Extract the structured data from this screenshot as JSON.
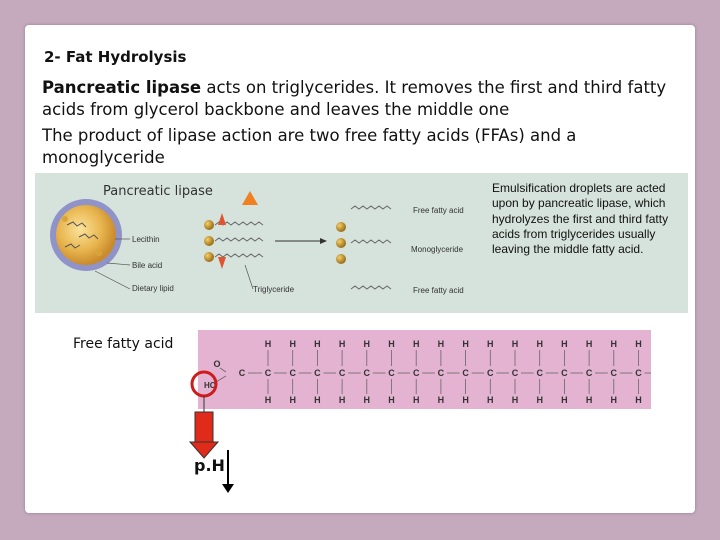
{
  "slide": {
    "title": "2- Fat Hydrolysis",
    "para1_bold": "Pancreatic lipase",
    "para1_rest": " acts on triglycerides. It removes the first and third fatty acids from glycerol backbone and leaves the middle one",
    "para2": "The product of lipase action are two free fatty acids (FFAs) and a monoglyceride"
  },
  "figure": {
    "enzyme_label": "Pancreatic lipase",
    "lecithin": "Lecithin",
    "bile_acid": "Bile acid",
    "dietary_lipid": "Dietary lipid",
    "triglyceride": "Triglyceride",
    "ffa_top": "Free fatty acid",
    "monoglyceride": "Monoglyceride",
    "ffa_bottom": "Free fatty acid",
    "caption": "Emulsification droplets are acted upon by pancreatic lipase, which hydrolyzes the first and third fatty acids from triglycerides usually leaving the middle fatty acid."
  },
  "structure": {
    "label": "Free fatty acid",
    "ph": "p.H",
    "h": "H",
    "c": "C",
    "o": "O",
    "ho": "HO"
  },
  "colors": {
    "background": "#c5a9bd",
    "figure_bg": "#d6e2dc",
    "structure_bg": "#e4b3d1",
    "enzyme": "#f08020",
    "arrow": "#e02a1a"
  }
}
